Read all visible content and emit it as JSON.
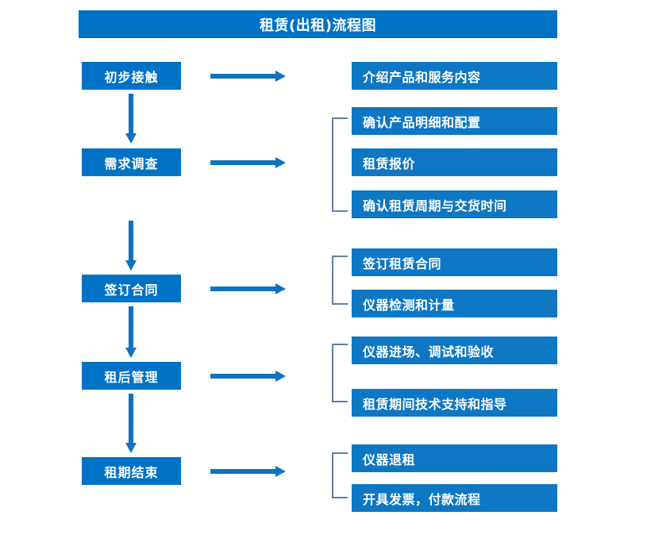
{
  "diagram": {
    "title": "租赁(出租)流程图",
    "colors": {
      "box_blue": "#0072C6",
      "detail_blue": "#0D77C4",
      "arrow_blue": "#1072BC",
      "bracket_gray_blue": "#5C7FA8",
      "text_white": "#FFFFFF",
      "background": "#FFFFFF"
    },
    "stages": [
      {
        "label": "初步接触"
      },
      {
        "label": "需求调查"
      },
      {
        "label": "签订合同"
      },
      {
        "label": "租后管理"
      },
      {
        "label": "租期结束"
      }
    ],
    "detail_groups": [
      {
        "stage": "初步接触",
        "bracketed": false,
        "items": [
          {
            "label": "介绍产品和服务内容"
          }
        ]
      },
      {
        "stage": "需求调查",
        "bracketed": true,
        "items": [
          {
            "label": "确认产品明细和配置"
          },
          {
            "label": "租赁报价"
          },
          {
            "label": "确认租赁周期与交货时间"
          }
        ]
      },
      {
        "stage": "签订合同",
        "bracketed": true,
        "items": [
          {
            "label": "签订租赁合同"
          },
          {
            "label": "仪器检测和计量"
          }
        ]
      },
      {
        "stage": "租后管理",
        "bracketed": true,
        "items": [
          {
            "label": "仪器进场、调试和验收"
          },
          {
            "label": "租赁期间技术支持和指导"
          }
        ]
      },
      {
        "stage": "租期结束",
        "bracketed": true,
        "items": [
          {
            "label": "仪器退租"
          },
          {
            "label": "开具发票，付款流程"
          }
        ]
      }
    ],
    "connectors": {
      "horizontal_arrow_count": 5,
      "vertical_arrow_count": 4,
      "bracket_count": 4
    }
  }
}
